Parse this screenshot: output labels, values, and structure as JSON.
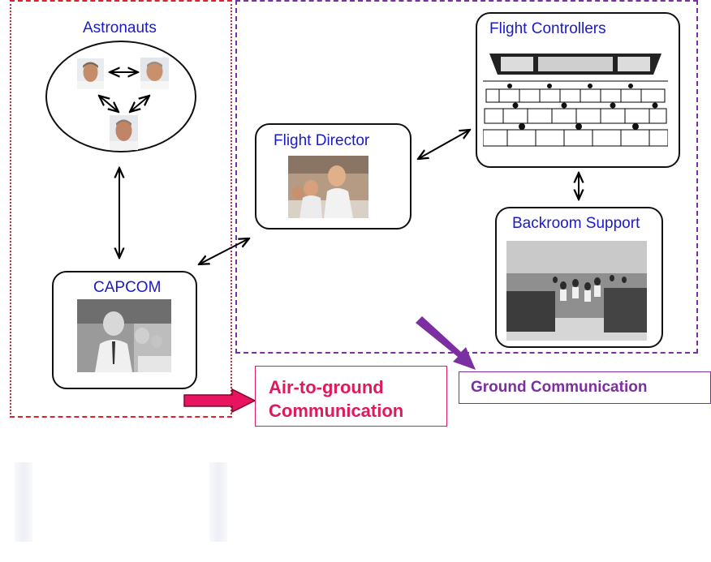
{
  "diagram": {
    "astronauts": {
      "label": "Astronauts"
    },
    "capcom": {
      "label": "CAPCOM"
    },
    "flight_director": {
      "label": "Flight Director"
    },
    "flight_controllers": {
      "label": "Flight Controllers"
    },
    "backroom_support": {
      "label": "Backroom Support"
    }
  },
  "legend": {
    "air_to_ground_line1": "Air-to-ground",
    "air_to_ground_line2": "Communication",
    "ground": "Ground Communication"
  },
  "colors": {
    "air_to_ground": "#e0195a",
    "ground": "#7b2fa0",
    "node_title": "#1a1ac8"
  }
}
